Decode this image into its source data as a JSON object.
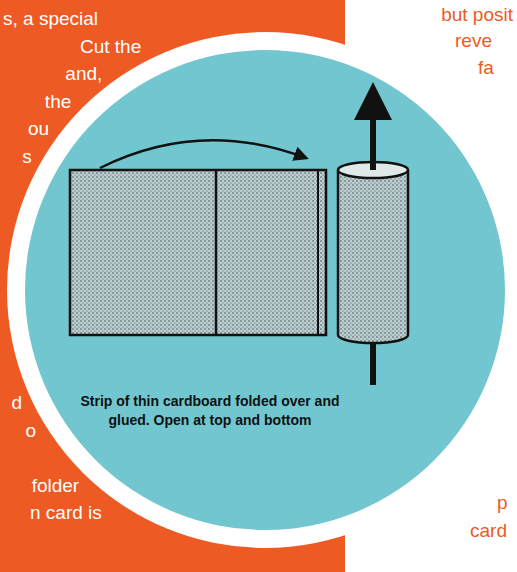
{
  "diagram": {
    "caption": "Strip of thin cardboard folded over and glued. Open at top and bottom",
    "labels": [
      "s, a special",
      "Cut the",
      "and,",
      "the",
      "ou",
      "s",
      "d",
      "o",
      "folder",
      "n card is",
      "but posit",
      "reve",
      "fa",
      "p",
      "card"
    ]
  }
}
